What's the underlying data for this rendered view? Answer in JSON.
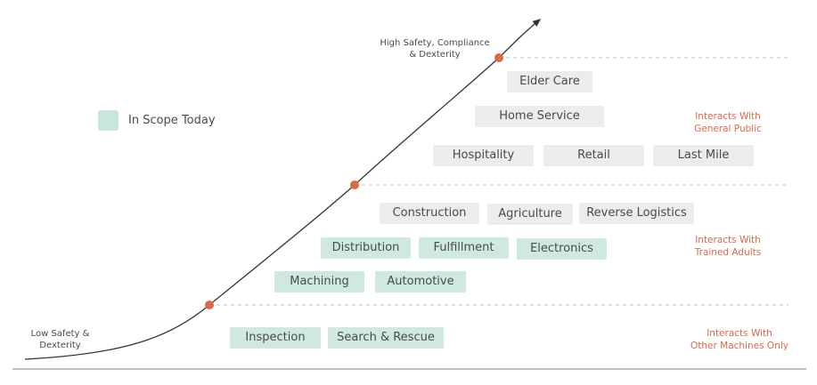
{
  "axis": {
    "top_line1": "High Safety, Compliance",
    "top_line2": "& Dexterity",
    "bottom_line1": "Low Safety &",
    "bottom_line2": "Dexterity"
  },
  "legend": {
    "label": "In Scope Today",
    "color": "#c8e6dc"
  },
  "zones": {
    "public": {
      "line1": "Interacts With",
      "line2": "General Public"
    },
    "trained": {
      "line1": "Interacts With",
      "line2": "Trained Adults"
    },
    "machines": {
      "line1": "Interacts With",
      "line2": "Other Machines Only"
    }
  },
  "chips": {
    "elder_care": "Elder Care",
    "home_service": "Home Service",
    "hospitality": "Hospitality",
    "retail": "Retail",
    "last_mile": "Last Mile",
    "construction": "Construction",
    "agriculture": "Agriculture",
    "reverse_logistics": "Reverse Logistics",
    "distribution": "Distribution",
    "fulfillment": "Fulfillment",
    "electronics": "Electronics",
    "machining": "Machining",
    "automotive": "Automotive",
    "inspection": "Inspection",
    "search_rescue": "Search & Rescue"
  },
  "colors": {
    "accent": "#d86a4a",
    "in_scope": "#cfe9e1",
    "out_of_scope": "#ececec",
    "curve": "#333333"
  }
}
